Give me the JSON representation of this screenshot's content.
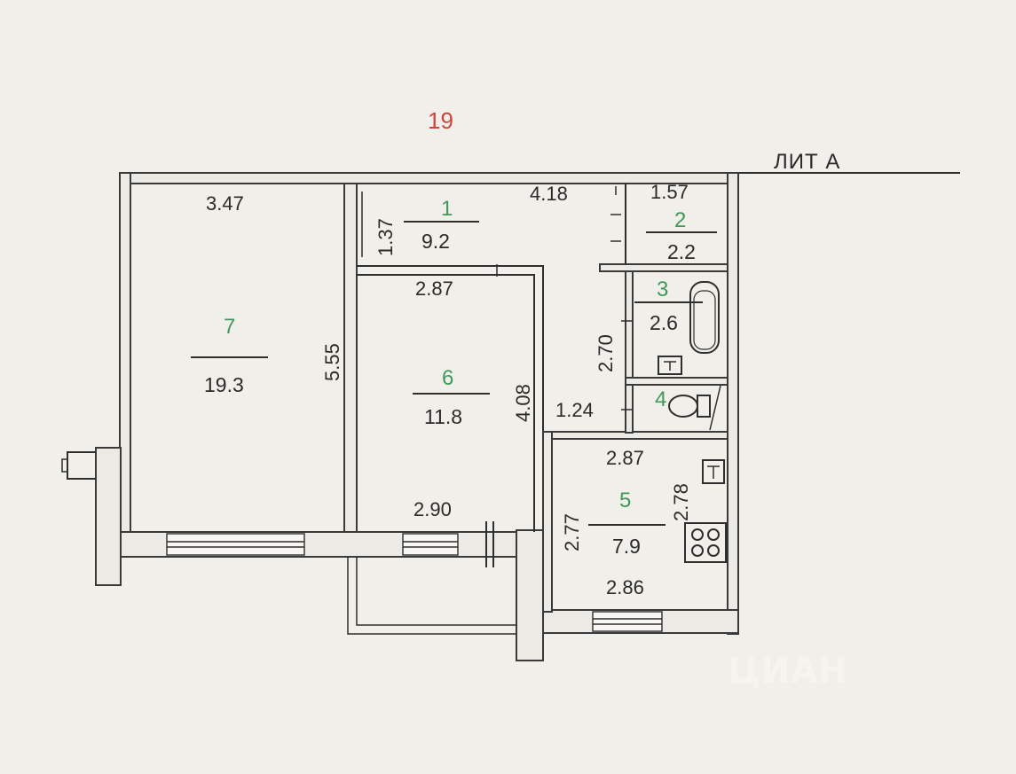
{
  "header": {
    "number": "19",
    "lit_label": "ЛИТ А"
  },
  "rooms": [
    {
      "id": "1",
      "area": "9.2"
    },
    {
      "id": "2",
      "area": "2.2"
    },
    {
      "id": "3",
      "area": "2.6"
    },
    {
      "id": "4",
      "area": ""
    },
    {
      "id": "5",
      "area": "7.9"
    },
    {
      "id": "6",
      "area": "11.8"
    },
    {
      "id": "7",
      "area": "19.3"
    }
  ],
  "dimensions": {
    "room7_width": "3.47",
    "room7_depth": "5.55",
    "hall_width": "4.18",
    "hall_depth": "1.37",
    "room2_width": "1.57",
    "room6_top": "2.87",
    "room6_depth": "4.08",
    "room6_bottom": "2.90",
    "bath_depth": "2.70",
    "wc_width": "1.24",
    "kitchen_top": "2.87",
    "kitchen_right": "2.78",
    "kitchen_left": "2.77",
    "kitchen_bottom": "2.86"
  },
  "watermark": "ЦИАН",
  "colors": {
    "room_number": "#3f9a5a",
    "header_number": "#c9473f",
    "ink": "#2a2a2a",
    "paper": "#f1efe9"
  }
}
